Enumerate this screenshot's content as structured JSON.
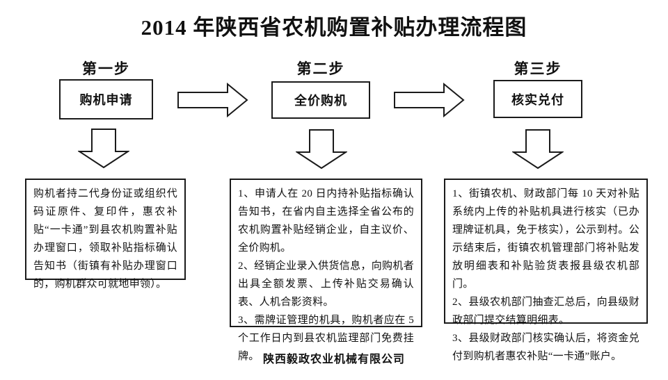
{
  "title": "2014 年陕西省农机购置补贴办理流程图",
  "footer": "陕西毅政农业机械有限公司",
  "colors": {
    "ink": "#1a1a1a",
    "background": "#ffffff"
  },
  "steps": [
    {
      "label": "第一步",
      "box_label": "购机申请",
      "details": [
        "购机者持二代身份证或组织代码证原件、复印件，惠农补贴“一卡通”到县农机购置补贴办理窗口，领取补贴指标确认告知书（街镇有补贴办理窗口的，购机群众可就地申领）。"
      ]
    },
    {
      "label": "第二步",
      "box_label": "全价购机",
      "details": [
        "1、申请人在 20 日内持补贴指标确认告知书，在省内自主选择全省公布的农机购置补贴经销企业，自主议价、全价购机。",
        "2、经销企业录入供货信息，向购机者出具全额发票、上传补贴交易确认表、人机合影资料。",
        "3、需牌证管理的机具，购机者应在 5 个工作日内到县农机监理部门免费挂牌。"
      ]
    },
    {
      "label": "第三步",
      "box_label": "核实兑付",
      "details": [
        "1、街镇农机、财政部门每 10 天对补贴系统内上传的补贴机具进行核实（已办理牌证机具，免于核实），公示到村。公示结束后，街镇农机管理部门将补贴发放明细表和补贴验货表报县级农机部门。",
        "2、县级农机部门抽查汇总后，向县级财政部门提交结算明细表。",
        "3、县级财政部门核实确认后，将资金兑付到购机者惠农补贴“一卡通”账户。"
      ]
    }
  ]
}
